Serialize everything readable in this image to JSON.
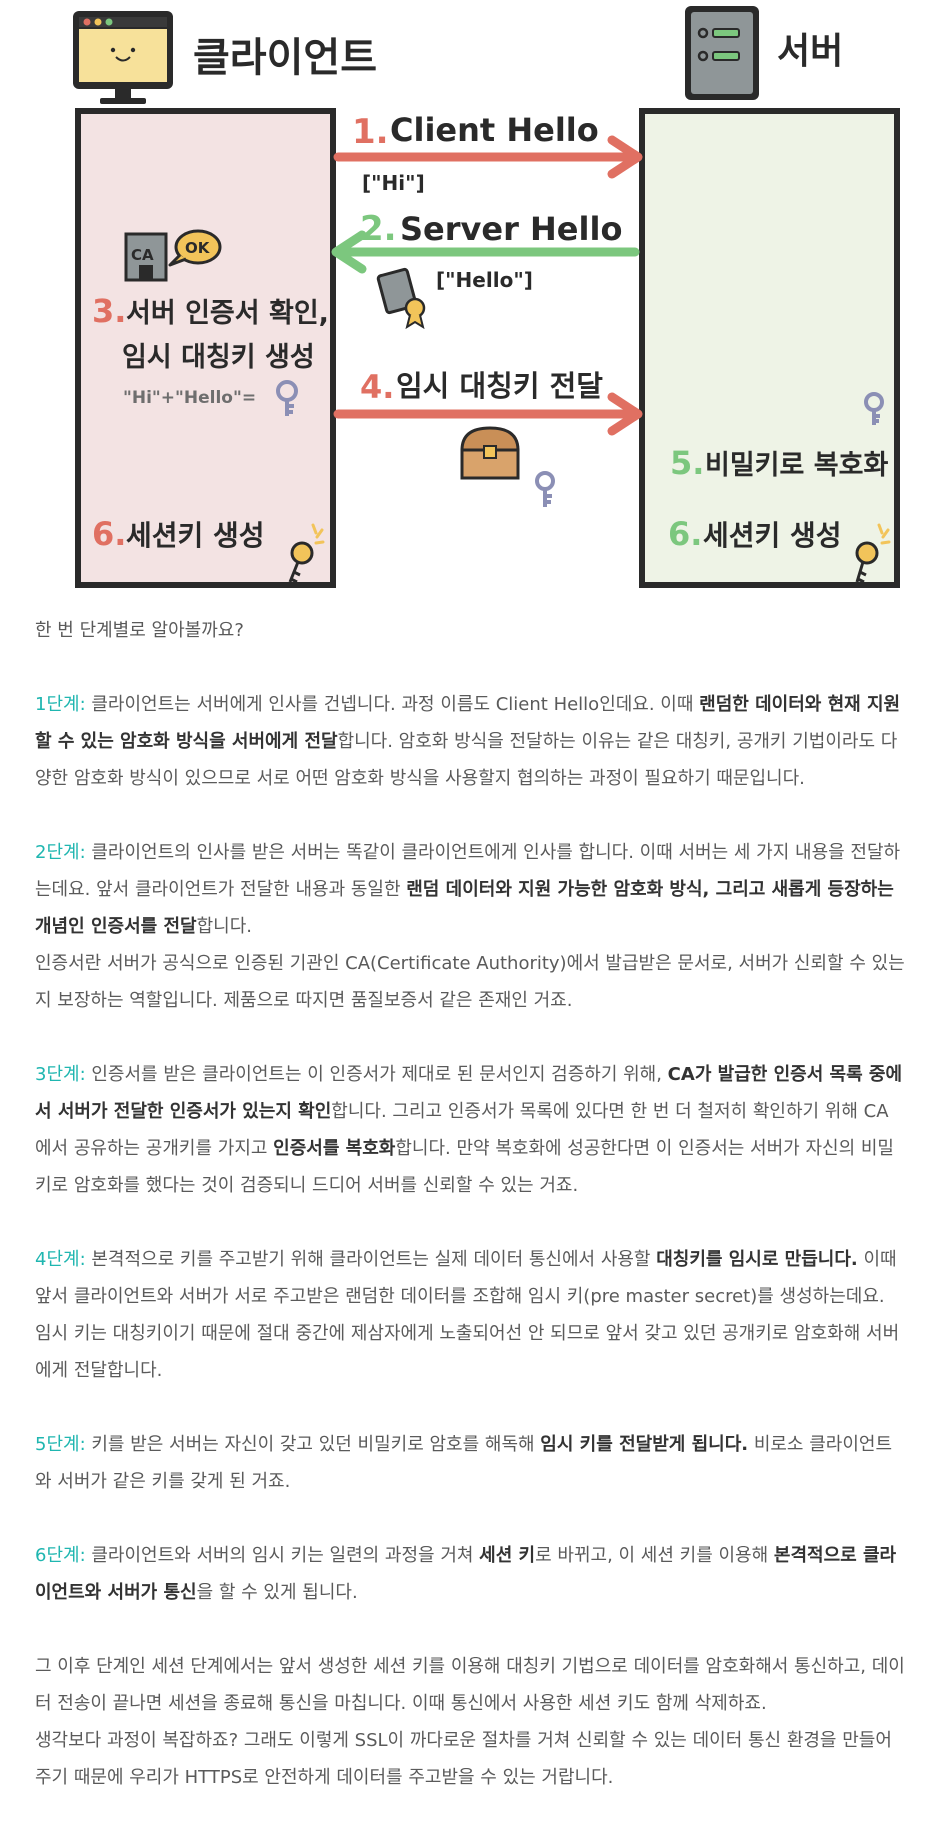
{
  "diagram": {
    "client_label": "클라이언트",
    "server_label": "서버",
    "arrow1_label": "Client Hello",
    "arrow1_num": "1.",
    "arrow1_note": "[\"Hi\"]",
    "arrow2_label": "Server Hello",
    "arrow2_num": "2.",
    "arrow2_note": "[\"Hello\"]",
    "step3_num": "3.",
    "step3_line1": "서버 인증서 확인,",
    "step3_line2": "임시 대칭키 생성",
    "step3_formula": "\"Hi\"+\"Hello\"=",
    "ca_text": "CA",
    "ok_text": "OK",
    "step4_num": "4.",
    "step4_label": "임시 대칭키 전달",
    "step5_num": "5.",
    "step5_label": "비밀키로 복호화",
    "step6_client_num": "6.",
    "step6_client_label": "세션키 생성",
    "step6_server_num": "6.",
    "step6_server_label": "세션키 생성",
    "colors": {
      "red": "#e07062",
      "green": "#7cc77e",
      "client_bg": "#f3e3e3",
      "server_bg": "#eef3e6",
      "outline": "#2a2a2a"
    }
  },
  "article": {
    "intro": "한 번 단계별로 알아볼까요?",
    "s1": {
      "label": "1단계:",
      "t1": " 클라이언트는 서버에게 인사를 건넵니다. 과정 이름도 Client Hello인데요. 이때 ",
      "b1": "랜덤한 데이터와 현재 지원할 수 있는 암호화 방식을 서버에게 전달",
      "t2": "합니다. 암호화 방식을 전달하는 이유는 같은 대칭키, 공개키 기법이라도 다양한 암호화 방식이 있으므로 서로 어떤 암호화 방식을 사용할지 협의하는 과정이 필요하기 때문입니다."
    },
    "s2": {
      "label": "2단계:",
      "t1": " 클라이언트의 인사를 받은 서버는 똑같이 클라이언트에게 인사를 합니다. 이때 서버는 세 가지 내용을 전달하는데요. 앞서 클라이언트가 전달한 내용과 동일한 ",
      "b1": "랜덤 데이터와 지원 가능한 암호화 방식, 그리고 새롭게 등장하는 개념인 인증서를 전달",
      "t2": "합니다.",
      "extra": "인증서란 서버가 공식으로 인증된 기관인 CA(Certificate Authority)에서 발급받은 문서로, 서버가 신뢰할 수 있는지 보장하는 역할입니다. 제품으로 따지면 품질보증서 같은 존재인 거죠."
    },
    "s3": {
      "label": "3단계:",
      "t1": " 인증서를 받은 클라이언트는 이 인증서가 제대로 된 문서인지 검증하기 위해, ",
      "b1": "CA가 발급한 인증서 목록 중에서 서버가 전달한 인증서가 있는지 확인",
      "t2": "합니다. 그리고 인증서가 목록에 있다면 한 번 더 철저히 확인하기 위해 CA에서 공유하는 공개키를 가지고 ",
      "b2": "인증서를 복호화",
      "t3": "합니다. 만약 복호화에 성공한다면 이 인증서는 서버가 자신의 비밀키로 암호화를 했다는 것이 검증되니 드디어 서버를 신뢰할 수 있는 거죠."
    },
    "s4": {
      "label": "4단계:",
      "t1": " 본격적으로 키를 주고받기 위해 클라이언트는 실제 데이터 통신에서 사용할 ",
      "b1": "대칭키를 임시로 만듭니다.",
      "t2": " 이때 앞서 클라이언트와 서버가 서로 주고받은 랜덤한 데이터를 조합해 임시 키(pre master secret)를 생성하는데요. 임시 키는 대칭키이기 때문에 절대 중간에 제삼자에게 노출되어선 안 되므로 앞서 갖고 있던 공개키로 암호화해 서버에게 전달합니다."
    },
    "s5": {
      "label": "5단계:",
      "t1": " 키를 받은 서버는 자신이 갖고 있던 비밀키로 암호를 해독해 ",
      "b1": "임시 키를 전달받게 됩니다.",
      "t2": " 비로소 클라이언트와 서버가 같은 키를 갖게 된 거죠."
    },
    "s6": {
      "label": "6단계:",
      "t1": " 클라이언트와 서버의 임시 키는 일련의 과정을 거쳐 ",
      "b1": "세션 키",
      "t2": "로 바뀌고, 이 세션 키를 이용해 ",
      "b2": "본격적으로 클라이언트와 서버가 통신",
      "t3": "을 할 수 있게 됩니다."
    },
    "outro1": "그 이후 단계인 세션 단계에서는 앞서 생성한 세션 키를 이용해 대칭키 기법으로 데이터를 암호화해서 통신하고, 데이터 전송이 끝나면 세션을 종료해 통신을 마칩니다. 이때 통신에서 사용한 세션 키도 함께 삭제하죠.",
    "outro2": "생각보다 과정이 복잡하죠? 그래도 이렇게 SSL이 까다로운 절차를 거쳐 신뢰할 수 있는 데이터 통신 환경을 만들어주기 때문에 우리가 HTTPS로 안전하게 데이터를 주고받을 수 있는 거랍니다."
  }
}
